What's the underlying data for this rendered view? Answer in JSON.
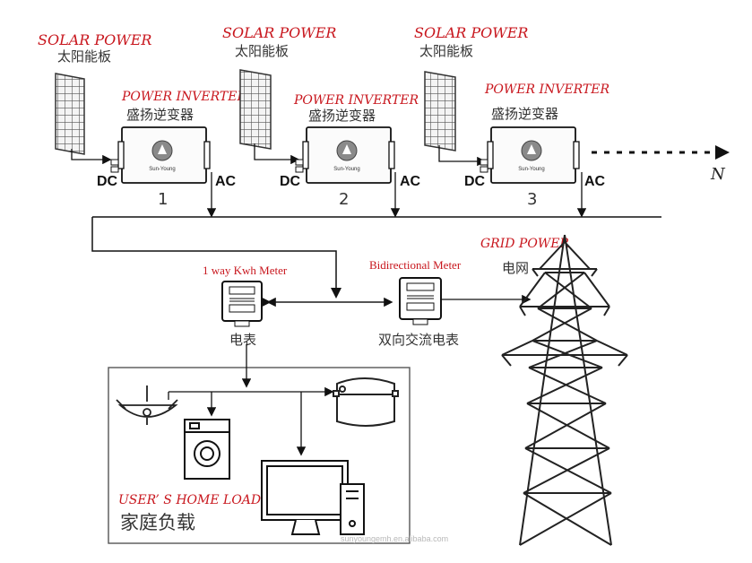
{
  "solar_panels": [
    {
      "label_en": "SOLAR POWER",
      "label_cn": "太阳能板"
    },
    {
      "label_en": "SOLAR POWER",
      "label_cn": "太阳能板"
    },
    {
      "label_en": "SOLAR POWER",
      "label_cn": "太阳能板"
    }
  ],
  "inverters": [
    {
      "label_en": "POWER INVERTER",
      "label_cn": "盛扬逆变器",
      "brand": "Sun-Young",
      "number": "1",
      "dc": "DC",
      "ac": "AC"
    },
    {
      "label_en": "POWER INVERTER",
      "label_cn": "盛扬逆变器",
      "brand": "Sun-Young",
      "number": "2",
      "dc": "DC",
      "ac": "AC"
    },
    {
      "label_en": "POWER INVERTER",
      "label_cn": "盛扬逆变器",
      "brand": "Sun-Young",
      "number": "3",
      "dc": "DC",
      "ac": "AC"
    }
  ],
  "continuation_label": "N",
  "meter_1way": {
    "label_en": "1 way Kwh Meter",
    "label_cn": "电表"
  },
  "meter_bidirectional": {
    "label_en": "Bidirectional Meter",
    "label_cn": "双向交流电表"
  },
  "grid": {
    "label_en": "GRID POWER",
    "label_cn": "电网"
  },
  "home": {
    "label_en": "USER’ S HOME LOAD",
    "label_cn": "家庭负载"
  },
  "watermark": "sunyoungemh.en.alibaba.com",
  "colors": {
    "accent_red": "#c8161d",
    "line": "#111111"
  }
}
